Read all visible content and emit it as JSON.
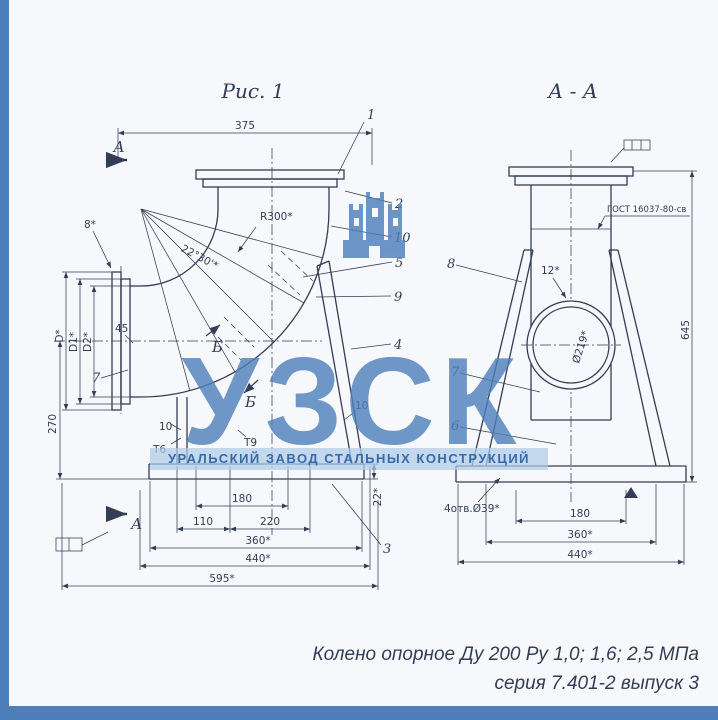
{
  "page": {
    "bg": "#f6f8fb",
    "frame_color": "#4d80bb",
    "ink": "#333d55"
  },
  "titles": {
    "left": "Рис. 1",
    "right": "А - А"
  },
  "section_marks": {
    "top": "А",
    "bottom": "А"
  },
  "left_view": {
    "dim_375": "375",
    "thickness_8": "8*",
    "radius": "R300*",
    "angle": "22°30'*",
    "chamfer_45": "45",
    "dia_d": "D*",
    "dia_d1": "D1*",
    "dia_d2": "D2*",
    "dim_270": "270",
    "leg_weld_10": "10",
    "weld_t6": "Т6",
    "weld_t9": "Т9",
    "brace_weld_10": "10",
    "view_b1": "Б",
    "view_b2": "Б",
    "dim_180": "180",
    "dim_110": "110",
    "dim_220": "220",
    "dim_360": "360*",
    "dim_440": "440*",
    "dim_595": "595*",
    "dim_22": "22*",
    "callout_1": "1",
    "callout_2": "2",
    "callout_3": "3",
    "callout_4": "4",
    "callout_5": "5",
    "callout_7": "7",
    "callout_9": "9",
    "callout_10": "10"
  },
  "right_view": {
    "weld_gost": "ГОСТ 16037-80-св",
    "bevel_12": "12*",
    "dia_219": "Ø219*",
    "dim_645": "645",
    "callout_6": "6",
    "callout_7": "7",
    "callout_8": "8",
    "holes": "4отв.Ø39*",
    "dim_180": "180",
    "dim_360": "360*",
    "dim_440": "440*"
  },
  "watermark": {
    "abbr": "УЗСК",
    "full": "УРАЛЬСКИЙ ЗАВОД СТАЛЬНЫХ КОНСТРУКЦИЙ",
    "color": "#4d80bb"
  },
  "caption": {
    "line1": "Колено опорное Ду 200 Ру 1,0; 1,6; 2,5 МПа",
    "line2": "серия 7.401-2 выпуск 3"
  }
}
